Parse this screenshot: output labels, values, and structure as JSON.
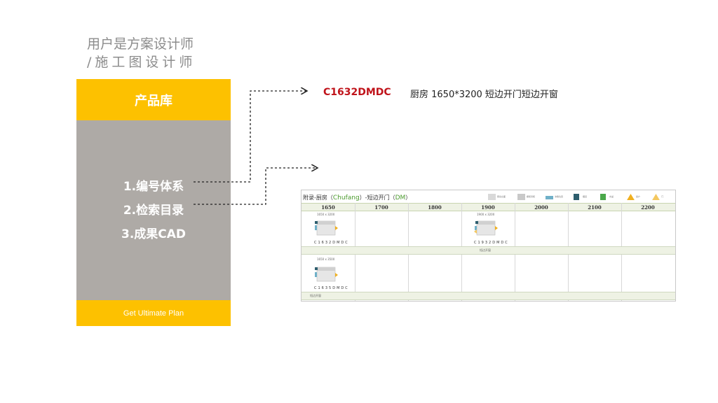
{
  "heading": {
    "line1": "用户是方案设计师",
    "line2": "/施工图设计师"
  },
  "panel": {
    "header": "产品库",
    "items": [
      "1.编号体系",
      "2.检索目录",
      "3.成果CAD"
    ],
    "footer": "Get Ultimate Plan"
  },
  "code_example": {
    "code": "C1632DMDC",
    "description": "厨房 1650*3200 短边开门短边开窗"
  },
  "catalog": {
    "title_prefix": "附录-厨房（",
    "title_pinyin": "Chufang",
    "title_mid": "）-短边开门（",
    "title_code": "DM",
    "title_suffix": "）",
    "columns": [
      "1650",
      "1700",
      "1800",
      "1900",
      "2000",
      "2100",
      "2200"
    ],
    "legend": [
      {
        "label": "厨房台面",
        "color": "#d9d9d9"
      },
      {
        "label": "橱柜吊柜",
        "color": "#c9c9c9"
      },
      {
        "label": "冰箱位置",
        "color": "#6fb0c8"
      },
      {
        "label": "烟道",
        "color": "#2e5e6e"
      },
      {
        "label": "水盆",
        "color": "#4aa84a"
      },
      {
        "label": "窗户",
        "color": "#f0b020"
      },
      {
        "label": "门",
        "color": "#f4c860"
      }
    ],
    "cells": [
      {
        "size": "1650 x 3200",
        "code": "C1632DMDC"
      },
      {
        "size": "1900 x 3200",
        "code": "C1932DMDC"
      },
      {
        "size": "1650 x 3500",
        "code": "C1635DMDC"
      }
    ],
    "band_labels": [
      "短边开窗",
      "短边开窗"
    ]
  },
  "colors": {
    "accent": "#fdc100",
    "panel_gray": "#aeaaa6",
    "code_red": "#c0141b"
  }
}
